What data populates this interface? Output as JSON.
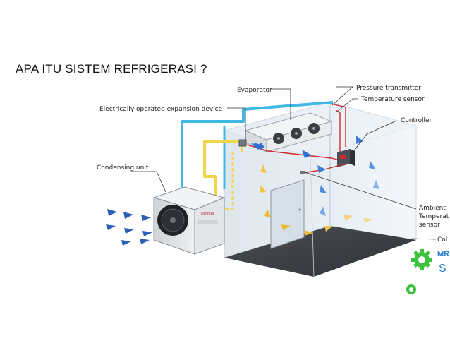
{
  "slide": {
    "title": "APA ITU SISTEM REFRIGERASI ?"
  },
  "diagram": {
    "labels": {
      "evaporator": "Evaporator",
      "pressure_transmitter": "Pressure transmitter",
      "temperature_sensor": "Temperature sensor",
      "expansion_device": "Electrically operated expansion device",
      "controller": "Controller",
      "condensing_unit": "Condensing unit",
      "ambient_line1": "Ambient",
      "ambient_line2": "Temperat",
      "ambient_line3": "sensor",
      "cold_room": "Col"
    },
    "logo": {
      "text_top": "MR.",
      "text_bottom": "S"
    },
    "colors": {
      "liquid_line": "#3fb8e6",
      "suction_line": "#f2d64a",
      "warm_air": "#f0b92a",
      "cold_air": "#3f7fd6",
      "sensor_wire": "#d22a2a",
      "logo_green": "#3ec13e",
      "logo_blue": "#2d7fd0"
    }
  }
}
